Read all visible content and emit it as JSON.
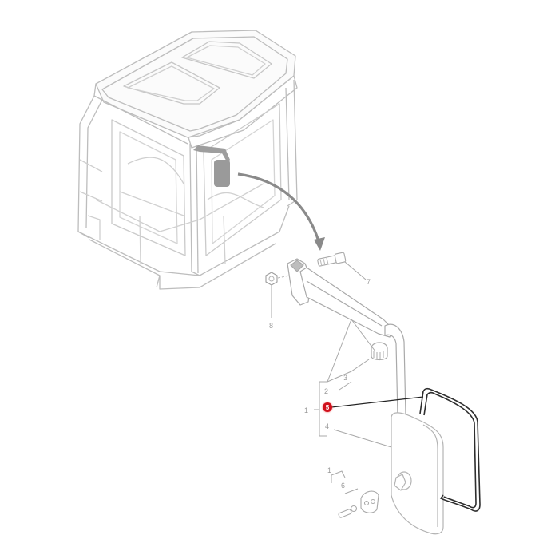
{
  "diagram": {
    "type": "exploded-parts-diagram",
    "subject": "tractor cab with exterior rear-view mirror assembly",
    "colors": {
      "line": "#b8b8b8",
      "dark_line": "#333333",
      "highlight_fill": "#9a9a9a",
      "arrow": "#8a8a8a",
      "callout_text": "#9a9a9a",
      "selected_badge": "#d0101c"
    },
    "callouts": [
      {
        "id": "c7",
        "label": "7"
      },
      {
        "id": "c8",
        "label": "8"
      },
      {
        "id": "c3",
        "label": "3"
      },
      {
        "id": "c2",
        "label": "2"
      },
      {
        "id": "c1a",
        "label": "1"
      },
      {
        "id": "c4",
        "label": "4"
      },
      {
        "id": "c1b",
        "label": "1"
      },
      {
        "id": "c6",
        "label": "6"
      }
    ],
    "selected_part": {
      "label": "5",
      "description": "mirror glass seal / gasket"
    }
  }
}
